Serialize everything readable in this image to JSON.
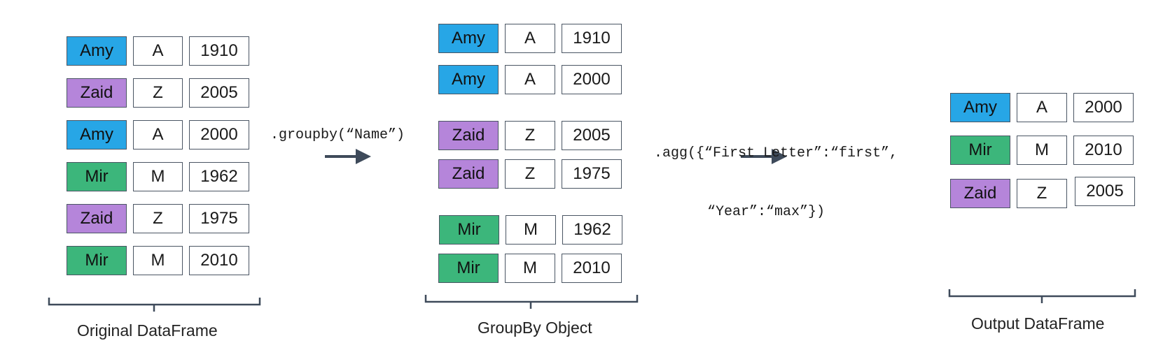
{
  "colors": {
    "amy": "#27a6e6",
    "zaid": "#b585da",
    "mir": "#3cb67b",
    "border": "#4a5563",
    "arrow": "#3e4a5a"
  },
  "original": {
    "caption": "Original DataFrame",
    "rows": [
      {
        "name": "Amy",
        "letter": "A",
        "year": "1910",
        "color": "amy"
      },
      {
        "name": "Zaid",
        "letter": "Z",
        "year": "2005",
        "color": "zaid"
      },
      {
        "name": "Amy",
        "letter": "A",
        "year": "2000",
        "color": "amy"
      },
      {
        "name": "Mir",
        "letter": "M",
        "year": "1962",
        "color": "mir"
      },
      {
        "name": "Zaid",
        "letter": "Z",
        "year": "1975",
        "color": "zaid"
      },
      {
        "name": "Mir",
        "letter": "M",
        "year": "2010",
        "color": "mir"
      }
    ]
  },
  "groupby_code": ".groupby(“Name”)",
  "groupby": {
    "caption": "GroupBy Object",
    "rows": [
      {
        "name": "Amy",
        "letter": "A",
        "year": "1910",
        "color": "amy"
      },
      {
        "name": "Amy",
        "letter": "A",
        "year": "2000",
        "color": "amy"
      },
      {
        "name": "Zaid",
        "letter": "Z",
        "year": "2005",
        "color": "zaid"
      },
      {
        "name": "Zaid",
        "letter": "Z",
        "year": "1975",
        "color": "zaid"
      },
      {
        "name": "Mir",
        "letter": "M",
        "year": "1962",
        "color": "mir"
      },
      {
        "name": "Mir",
        "letter": "M",
        "year": "2010",
        "color": "mir"
      }
    ]
  },
  "agg_code": {
    "line1": ".agg({“First Letter”:“first”,",
    "line2": "“Year”:“max”})"
  },
  "output": {
    "caption": "Output DataFrame",
    "rows": [
      {
        "name": "Amy",
        "letter": "A",
        "year": "2000",
        "color": "amy"
      },
      {
        "name": "Mir",
        "letter": "M",
        "year": "2010",
        "color": "mir"
      },
      {
        "name": "Zaid",
        "letter": "Z",
        "year": "2005",
        "color": "zaid"
      }
    ]
  }
}
